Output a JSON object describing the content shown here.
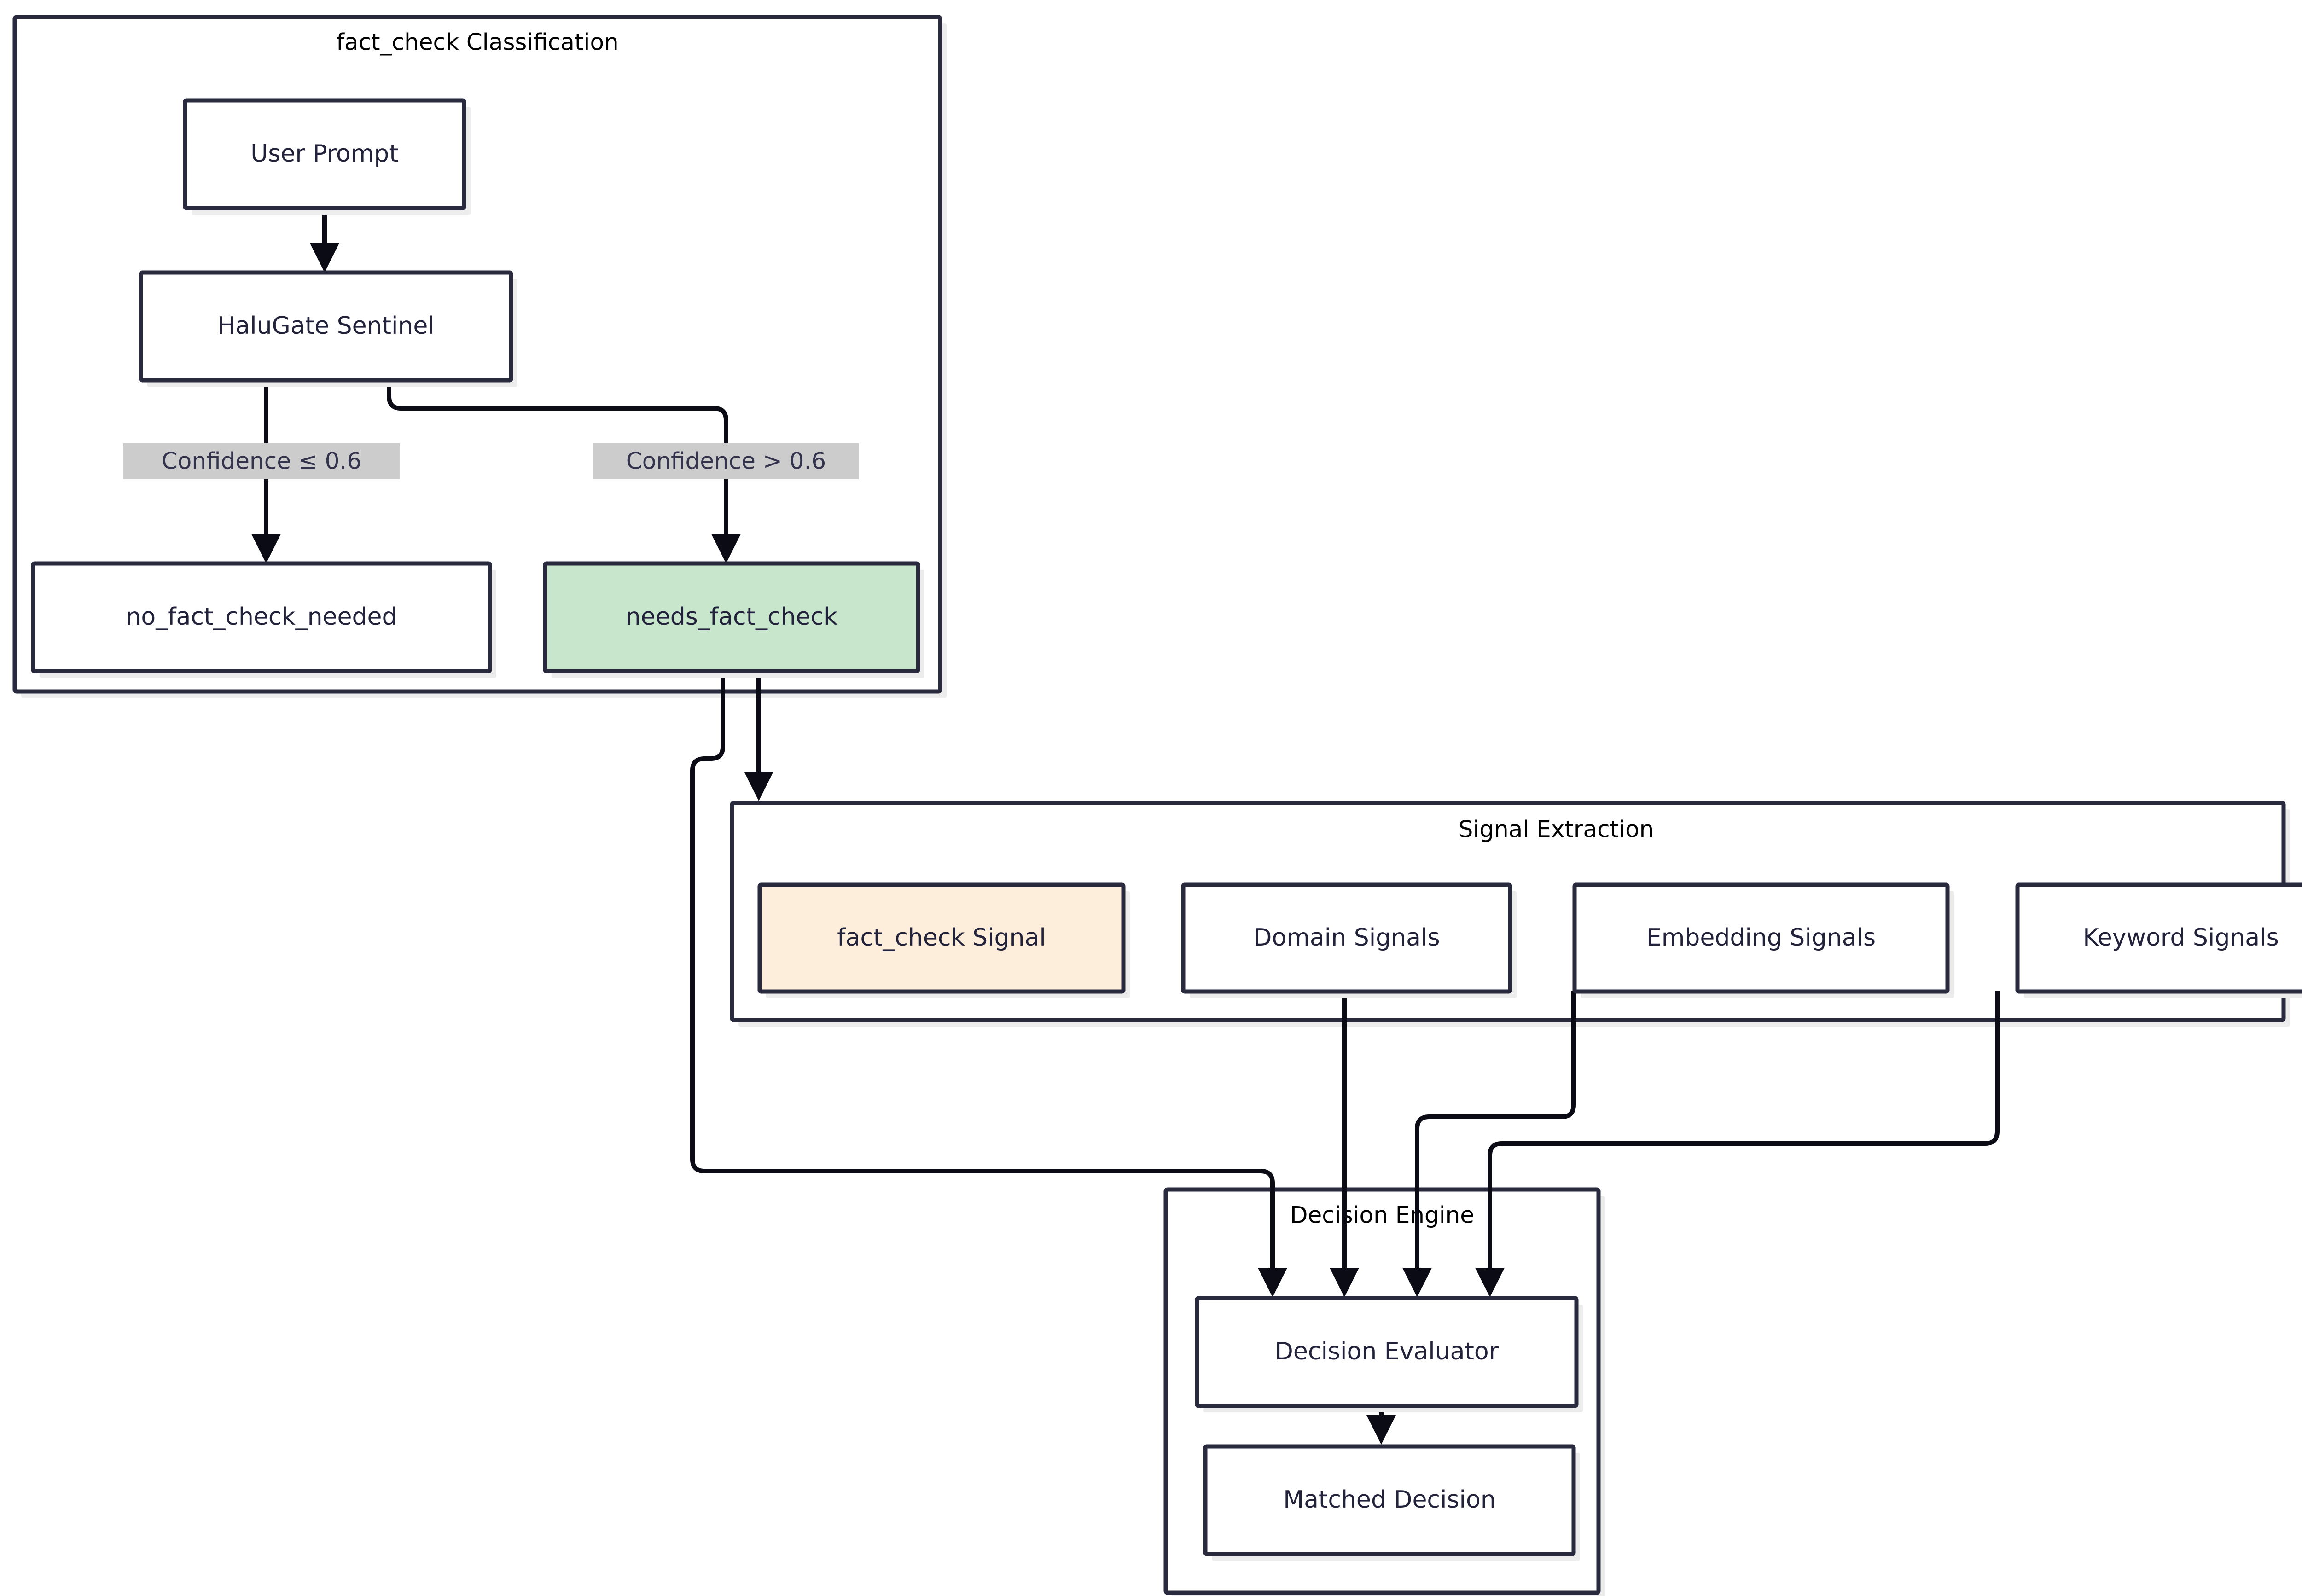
{
  "diagram": {
    "type": "flowchart",
    "direction": "top-down",
    "background": "#ffffff",
    "colors": {
      "node_border": "#2a2a3e",
      "node_fill": "#ffffff",
      "node_text": "#22223b",
      "accent_green": "#c8e6cc",
      "accent_peach": "#fdeedc",
      "edge_stroke": "#0b0b16",
      "edge_label_bg": "#cccccc",
      "cluster_shadow": "#ececec"
    },
    "clusters": [
      {
        "id": "fact-check-classification",
        "title": "fact_check Classification"
      },
      {
        "id": "signal-extraction",
        "title": "Signal Extraction"
      },
      {
        "id": "decision-engine",
        "title": "Decision Engine"
      }
    ],
    "nodes": [
      {
        "id": "user-prompt",
        "label": "User Prompt",
        "cluster": "fact-check-classification",
        "fill": "default"
      },
      {
        "id": "halugate-sentinel",
        "label": "HaluGate Sentinel",
        "cluster": "fact-check-classification",
        "fill": "default"
      },
      {
        "id": "no-fact-check-needed",
        "label": "no_fact_check_needed",
        "cluster": "fact-check-classification",
        "fill": "default"
      },
      {
        "id": "needs-fact-check",
        "label": "needs_fact_check",
        "cluster": "fact-check-classification",
        "fill": "green"
      },
      {
        "id": "fact-check-signal",
        "label": "fact_check Signal",
        "cluster": "signal-extraction",
        "fill": "peach"
      },
      {
        "id": "domain-signals",
        "label": "Domain Signals",
        "cluster": "signal-extraction",
        "fill": "default"
      },
      {
        "id": "embedding-signals",
        "label": "Embedding Signals",
        "cluster": "signal-extraction",
        "fill": "default"
      },
      {
        "id": "keyword-signals",
        "label": "Keyword Signals",
        "cluster": "signal-extraction",
        "fill": "default"
      },
      {
        "id": "decision-evaluator",
        "label": "Decision Evaluator",
        "cluster": "decision-engine",
        "fill": "default"
      },
      {
        "id": "matched-decision",
        "label": "Matched Decision",
        "cluster": "decision-engine",
        "fill": "default"
      }
    ],
    "edges": [
      {
        "id": "e-prompt-sentinel",
        "from": "user-prompt",
        "to": "halugate-sentinel",
        "label": ""
      },
      {
        "id": "e-sentinel-nofc",
        "from": "halugate-sentinel",
        "to": "no-fact-check-needed",
        "label": "Confidence ≤ 0.6"
      },
      {
        "id": "e-sentinel-needsfc",
        "from": "halugate-sentinel",
        "to": "needs-fact-check",
        "label": "Confidence > 0.6"
      },
      {
        "id": "e-needsfc-signals",
        "from": "needs-fact-check",
        "to": "signal-extraction",
        "label": ""
      },
      {
        "id": "e-needsfc-evaluator",
        "from": "needs-fact-check",
        "to": "decision-evaluator",
        "label": ""
      },
      {
        "id": "e-domain-evaluator",
        "from": "domain-signals",
        "to": "decision-evaluator",
        "label": ""
      },
      {
        "id": "e-embedding-evaluator",
        "from": "embedding-signals",
        "to": "decision-evaluator",
        "label": ""
      },
      {
        "id": "e-keyword-evaluator",
        "from": "keyword-signals",
        "to": "decision-evaluator",
        "label": ""
      },
      {
        "id": "e-evaluator-matched",
        "from": "decision-evaluator",
        "to": "matched-decision",
        "label": ""
      }
    ],
    "edge_labels": [
      {
        "id": "label-low-confidence",
        "text": "Confidence ≤ 0.6"
      },
      {
        "id": "label-high-confidence",
        "text": "Confidence > 0.6"
      }
    ]
  }
}
